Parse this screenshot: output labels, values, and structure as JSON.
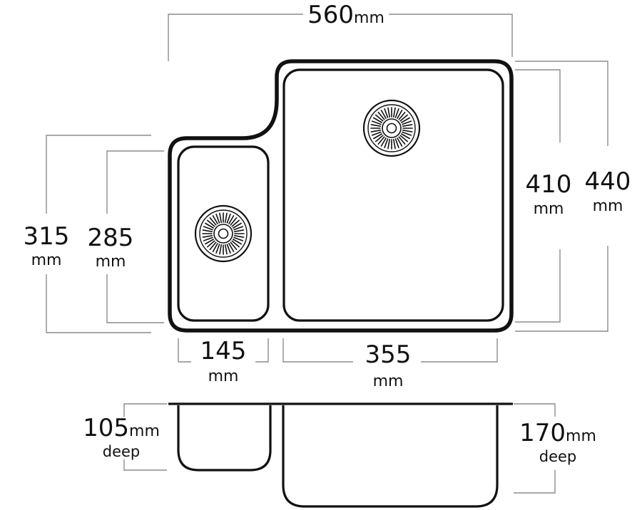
{
  "plan": {
    "overall_width": {
      "value": "560",
      "unit": "mm"
    },
    "large_bowl_length": {
      "value": "410",
      "unit": "mm"
    },
    "overall_length": {
      "value": "440",
      "unit": "mm"
    },
    "small_bowl_outer_length": {
      "value": "315",
      "unit": "mm"
    },
    "small_bowl_length": {
      "value": "285",
      "unit": "mm"
    },
    "small_bowl_width": {
      "value": "145",
      "unit": "mm"
    },
    "large_bowl_width": {
      "value": "355",
      "unit": "mm"
    }
  },
  "section": {
    "small_bowl_depth": {
      "value": "105",
      "unit": "mm",
      "note": "deep"
    },
    "large_bowl_depth": {
      "value": "170",
      "unit": "mm",
      "note": "deep"
    }
  },
  "colors": {
    "outline": "#111111",
    "dimension_line": "#8c8c8c",
    "background": "#ffffff"
  },
  "icons": [
    "strainer-waste-icon"
  ]
}
